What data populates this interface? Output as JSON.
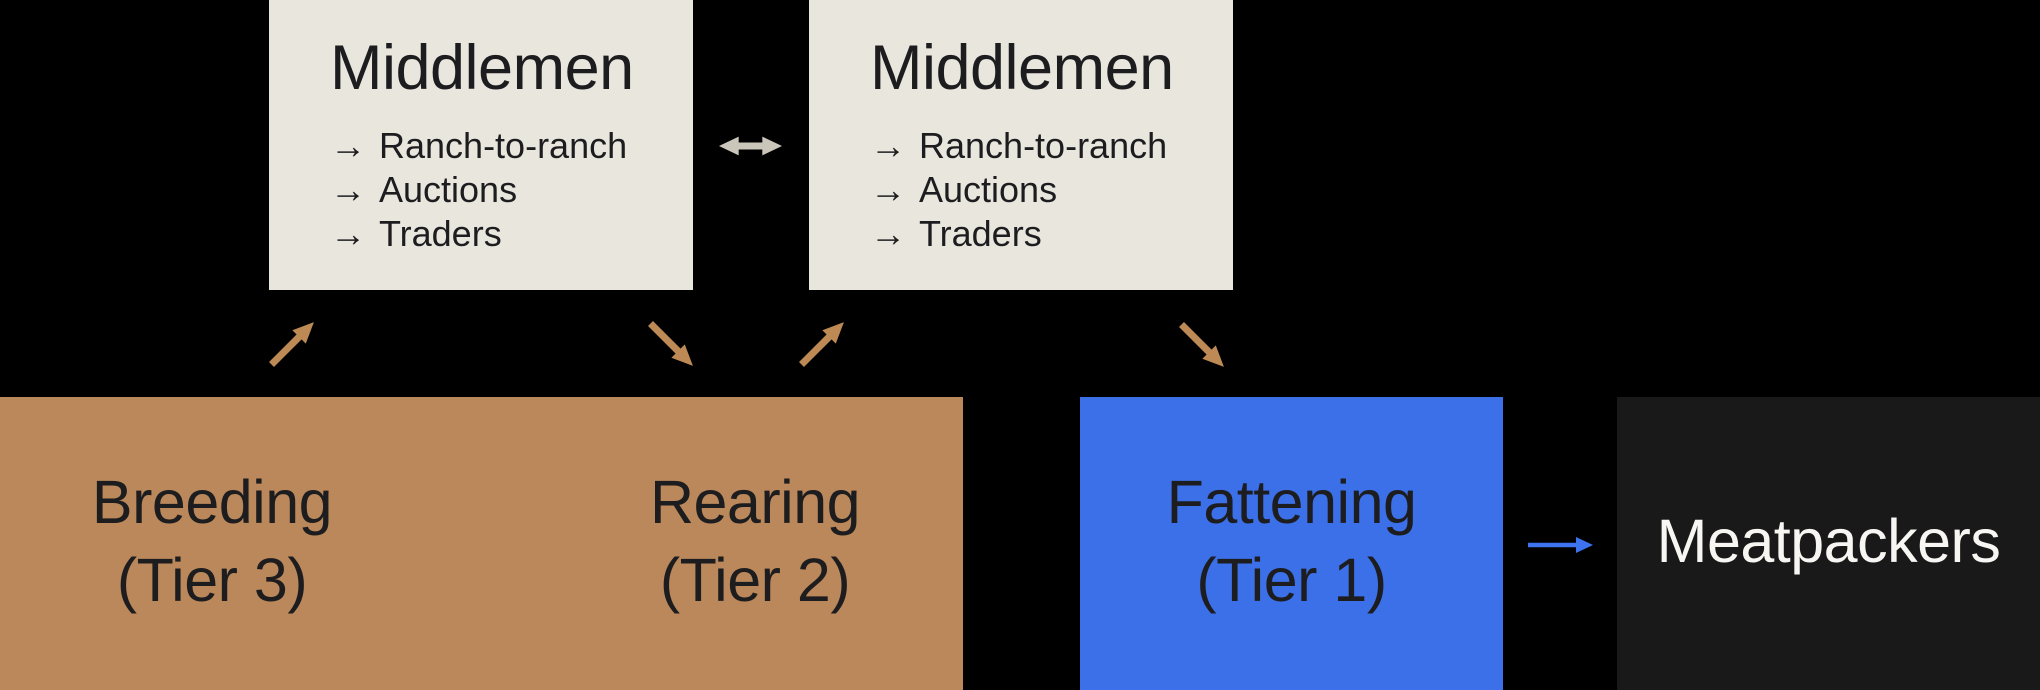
{
  "diagram_title": "cattle-supply-chain-flow",
  "glyphs": {
    "list_arrow": "→"
  },
  "middlemen": [
    {
      "title": "Middlemen",
      "items": [
        "Ranch-to-ranch",
        "Auctions",
        "Traders"
      ]
    },
    {
      "title": "Middlemen",
      "items": [
        "Ranch-to-ranch",
        "Auctions",
        "Traders"
      ]
    }
  ],
  "stages": {
    "breeding": {
      "name": "Breeding",
      "tier": "(Tier 3)"
    },
    "rearing": {
      "name": "Rearing",
      "tier": "(Tier 2)"
    },
    "fattening": {
      "name": "Fattening",
      "tier": "(Tier 1)"
    },
    "meatpackers": {
      "name": "Meatpackers"
    }
  },
  "arrows": {
    "between_middlemen": "bidirectional-horizontal",
    "breeding_to_middlemen_left": "up-right",
    "middlemen_left_to_rearing": "down-right",
    "rearing_to_middlemen_right": "up-right",
    "middlemen_right_to_fattening": "down-right",
    "fattening_to_meatpackers": "right"
  },
  "colors": {
    "page_bg": "#000000",
    "cream_box": "#e9e6de",
    "tan_box": "#ba885a",
    "blue_box": "#3b70e8",
    "dark_box": "#191919",
    "tan_arrow": "#bd8a55",
    "double_arrow": "#cbc6ba",
    "blue_arrow": "#3d73ee",
    "dark_text": "#1d1d1f",
    "light_text": "#f7f6f3"
  }
}
